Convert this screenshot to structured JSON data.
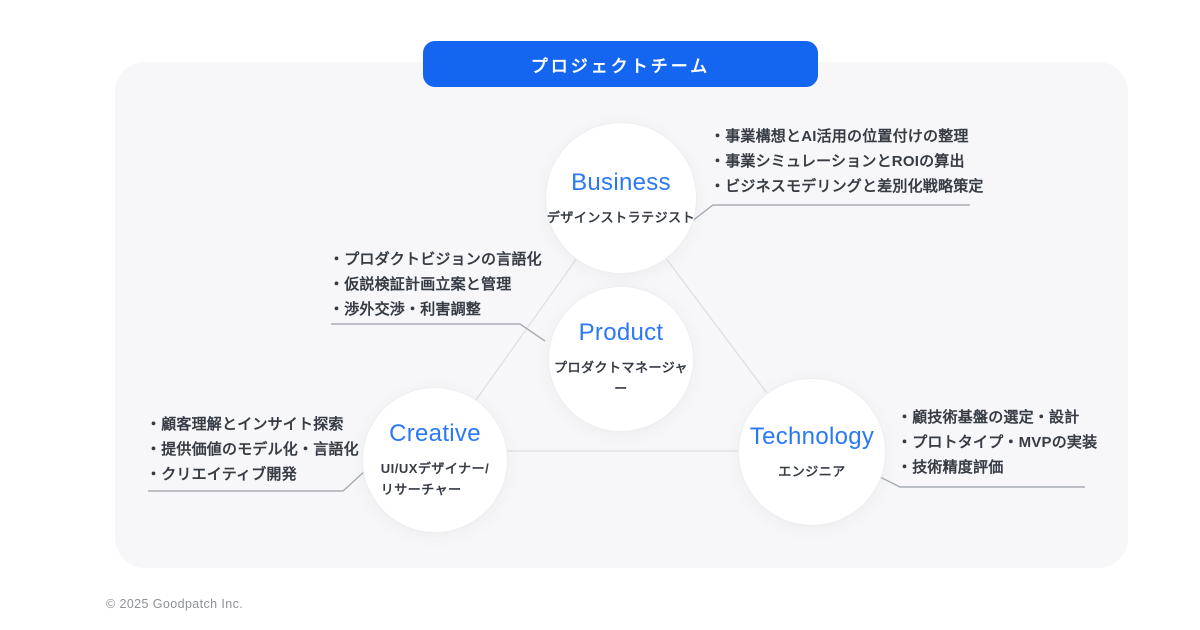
{
  "banner": {
    "label": "プロジェクトチーム"
  },
  "footer": {
    "copyright": "© 2025 Goodpatch Inc."
  },
  "colors": {
    "banner_blue": "#1465F0",
    "title_blue": "#2B78F6",
    "text_dark": "#363B44",
    "connector_gray": "#DDDFE3",
    "leader_gray": "#A8ADB5",
    "panel_bg": "#F7F7F9"
  },
  "nodes": {
    "business": {
      "title": "Business",
      "role": "デザインストラテジスト",
      "bullets": [
        "・事業構想とAI活用の位置付けの整理",
        "・事業シミュレーションとROIの算出",
        "・ビジネスモデリングと差別化戦略策定"
      ]
    },
    "product": {
      "title": "Product",
      "role": "プロダクトマネージャー",
      "bullets": [
        "・プロダクトビジョンの言語化",
        "・仮説検証計画立案と管理",
        "・渉外交渉・利害調整"
      ]
    },
    "creative": {
      "title": "Creative",
      "role_line1": "UI/UXデザイナー/",
      "role_line2": "リサーチャー",
      "bullets": [
        "・顧客理解とインサイト探索",
        "・提供価値のモデル化・言語化",
        "・クリエイティブ開発"
      ]
    },
    "technology": {
      "title": "Technology",
      "role": "エンジニア",
      "bullets": [
        "・顧技術基盤の選定・設計",
        "・プロトタイプ・MVPの実装",
        "・技術精度評価"
      ]
    }
  }
}
